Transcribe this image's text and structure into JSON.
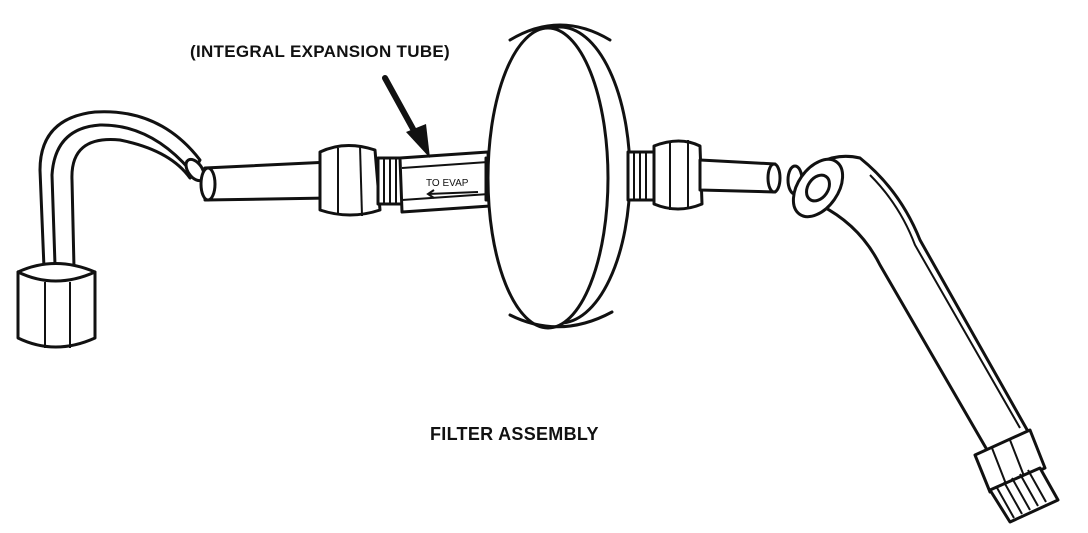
{
  "callout": {
    "label": "(INTEGRAL EXPANSION TUBE)"
  },
  "inline_marking": {
    "text": "TO EVAP"
  },
  "caption": {
    "text": "FILTER ASSEMBLY"
  },
  "colors": {
    "ink": "#111111",
    "paper": "#ffffff"
  }
}
